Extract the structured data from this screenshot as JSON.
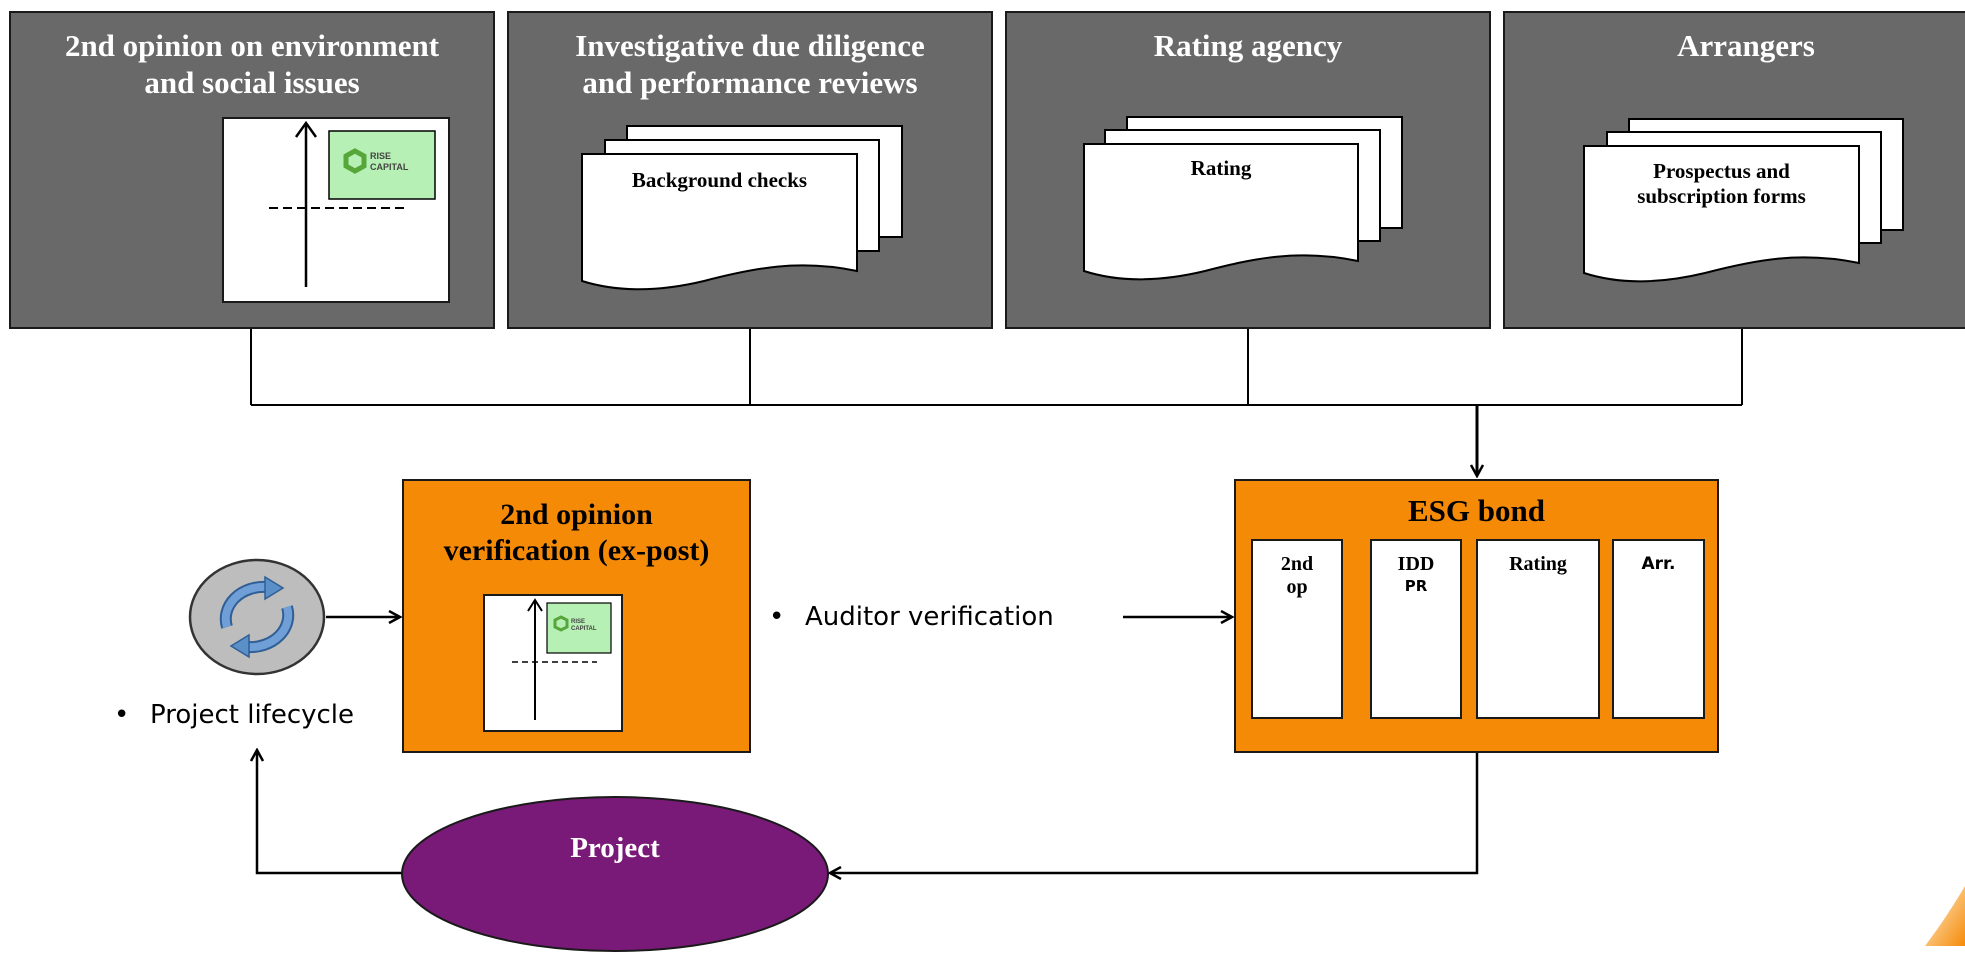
{
  "colors": {
    "panel_grey": "#696969",
    "accent_orange": "#f58a07",
    "project_purple": "#7a1a78",
    "logo_green": "#b6f0b4",
    "lifecycle_blue": "#5b8fc7",
    "lifecycle_grey": "#bdbdbd"
  },
  "top_boxes": [
    {
      "title": "2nd opinion on environment\nand social issues",
      "graphic": "chart-with-rise-capital-logo"
    },
    {
      "title": "Investigative due diligence\nand performance reviews",
      "doc_label": "Background checks"
    },
    {
      "title": "Rating agency",
      "doc_label": "Rating"
    },
    {
      "title": "Arrangers",
      "doc_label": "Prospectus and\nsubscription forms"
    }
  ],
  "logo": {
    "line1": "RISE",
    "line2": "CAPITAL",
    "icon": "hexagon-logo-icon"
  },
  "verification_box": {
    "title": "2nd opinion\nverification (ex-post)"
  },
  "esg_bond": {
    "title": "ESG bond",
    "slots": [
      {
        "label": "2nd\nop",
        "sub": ""
      },
      {
        "label": "IDD",
        "sub": "PR"
      },
      {
        "label": "Rating",
        "sub": ""
      },
      {
        "label": "Arr.",
        "sub": ""
      }
    ]
  },
  "bullets": {
    "auditor": "Auditor verification",
    "lifecycle": "Project lifecycle",
    "marker": "•"
  },
  "project": {
    "label": "Project"
  },
  "icons": [
    "hexagon-logo-icon",
    "lifecycle-cycle-icon",
    "arrow-right-icon",
    "arrow-down-icon",
    "arrow-up-icon",
    "arrow-left-icon"
  ]
}
